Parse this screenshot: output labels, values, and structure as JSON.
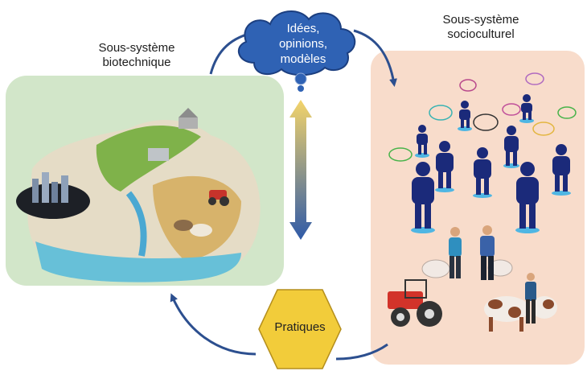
{
  "labels": {
    "biotechnique_title": [
      "Sous-système",
      "biotechnique"
    ],
    "socioculturel_title": [
      "Sous-système",
      "socioculturel"
    ],
    "cloud_lines": [
      "Idées,",
      "opinions,",
      "modèles"
    ],
    "hexagon_label": "Pratiques"
  },
  "colors": {
    "bio_panel": "#d2e6c9",
    "socio_panel": "#f8dccb",
    "cloud": "#2f62b4",
    "arrow": "#2c4f8f",
    "hexagon": "#f2cc3a",
    "person": "#1b2a7a",
    "person_base": "#4fb6e3"
  },
  "icons": [
    "landscape-illustration",
    "idea-cloud-icon",
    "person-icon",
    "speech-bubble-icon",
    "tractor-icon",
    "sheep-icon",
    "cow-icon",
    "double-arrow-icon"
  ]
}
